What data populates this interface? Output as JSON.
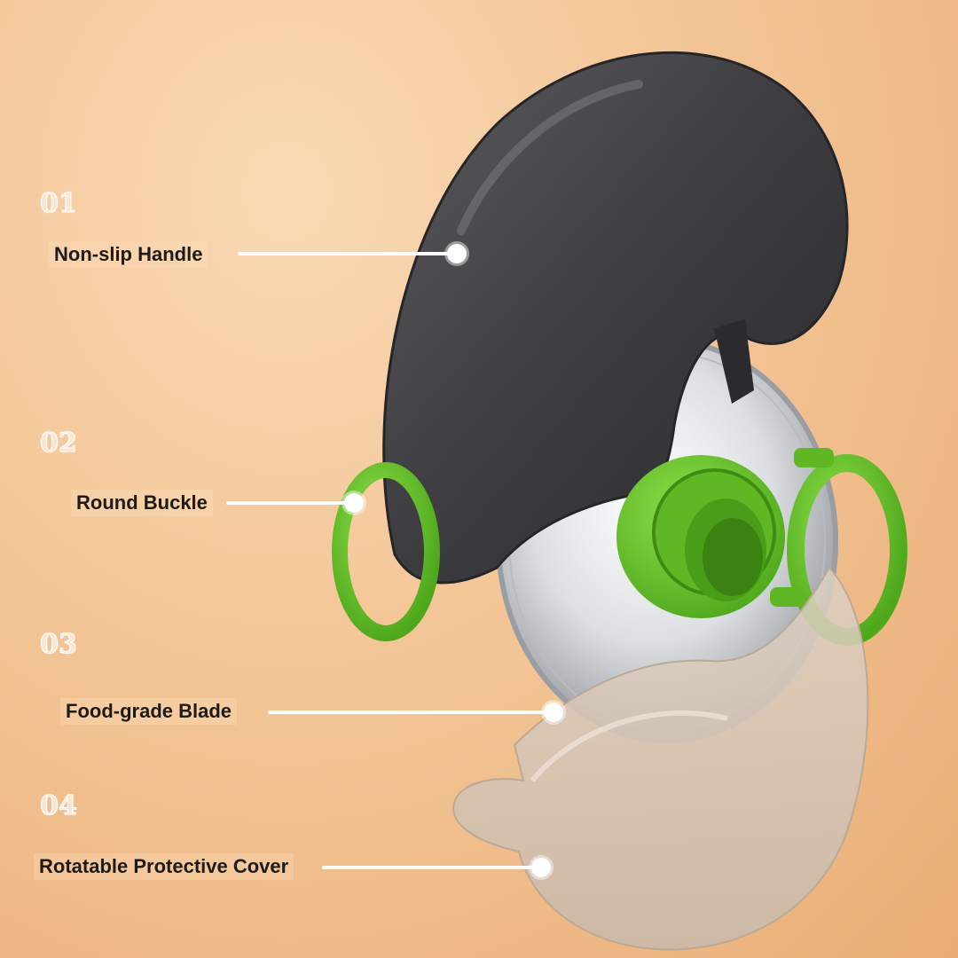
{
  "callouts": [
    {
      "number": "01",
      "label": "Non-slip Handle"
    },
    {
      "number": "02",
      "label": "Round Buckle"
    },
    {
      "number": "03",
      "label": "Food-grade Blade"
    },
    {
      "number": "04",
      "label": "Rotatable Protective Cover"
    }
  ],
  "colors": {
    "background": "#f3c596",
    "handle": "#3c3c3e",
    "buckle": "#6cc629",
    "blade": "#d9dbdd",
    "cover": "#d8cabb",
    "text": "#1e1a16",
    "leader": "#ffffff"
  }
}
